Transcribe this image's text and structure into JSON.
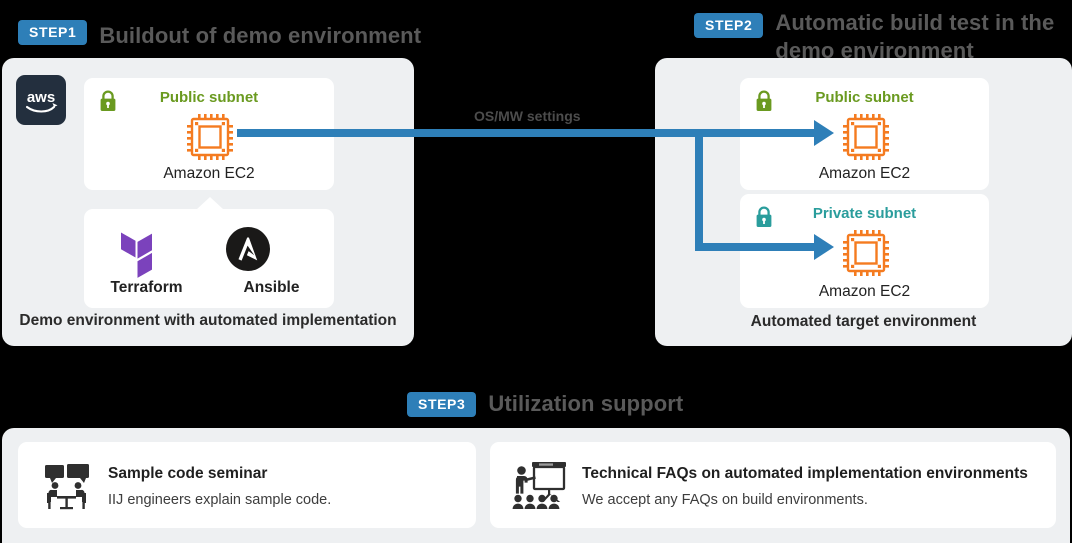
{
  "background_color": "#000000",
  "panel_color": "#eef0f2",
  "card_color": "#ffffff",
  "accent_blue": "#2e7fb8",
  "steps": [
    {
      "badge": "STEP1",
      "title": "Buildout of demo environment",
      "caption": "Demo environment with automated implementation",
      "cloud_logo": "aws-logo",
      "subnet": {
        "lock_icon": "lock-icon",
        "lock_color": "#6a9a20",
        "label": "Public subnet",
        "resource_icon": "ec2-chip-icon",
        "resource_label": "Amazon EC2"
      },
      "tools": [
        {
          "name": "Terraform",
          "icon": "terraform-logo",
          "color": "#7b42bc"
        },
        {
          "name": "Ansible",
          "icon": "ansible-logo",
          "color": "#1a1918"
        }
      ]
    },
    {
      "badge": "STEP2",
      "title_line1": "Automatic build test in the",
      "title_line2": "demo environment",
      "caption": "Automated target environment",
      "subnets": [
        {
          "lock_icon": "lock-icon",
          "lock_color": "#6a9a20",
          "label": "Public subnet",
          "label_color": "#6a9a20",
          "resource_icon": "ec2-chip-icon",
          "resource_label": "Amazon EC2"
        },
        {
          "lock_icon": "lock-icon",
          "lock_color": "#2a9d9c",
          "label": "Private subnet",
          "label_color": "#2a9d9c",
          "resource_icon": "ec2-chip-icon",
          "resource_label": "Amazon EC2"
        }
      ]
    },
    {
      "badge": "STEP3",
      "title": "Utilization support",
      "cards": [
        {
          "icon": "meeting-table-icon",
          "title": "Sample code seminar",
          "desc": "IIJ engineers explain sample code."
        },
        {
          "icon": "presentation-audience-icon",
          "title": "Technical FAQs on automated implementation environments",
          "desc": "We accept any FAQs on build environments."
        }
      ]
    }
  ],
  "connector": {
    "label": "OS/MW settings",
    "color": "#2e7fb8"
  }
}
